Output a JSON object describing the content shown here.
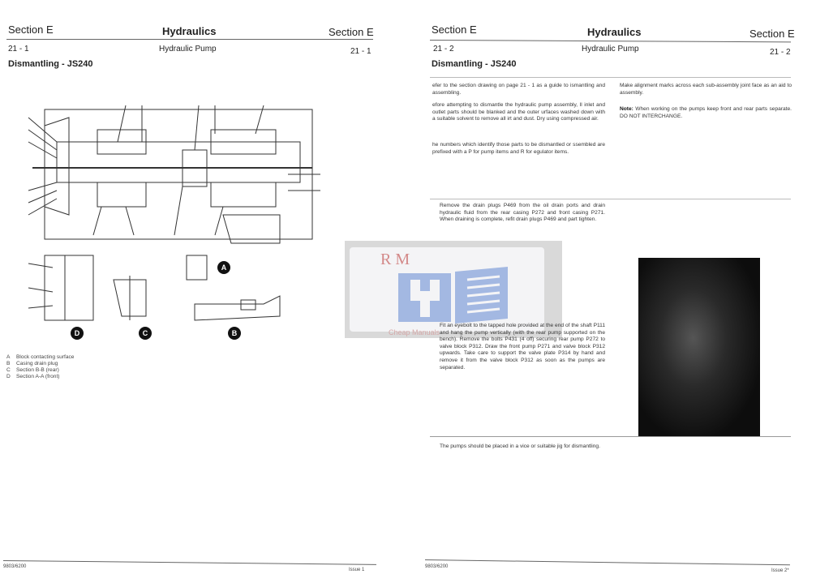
{
  "left_page": {
    "section_left": "Section E",
    "header_title": "Hydraulics",
    "section_right": "Section E",
    "page_left": "21 - 1",
    "subtitle": "Hydraulic Pump",
    "page_right": "21 - 1",
    "heading": "Dismantling - JS240",
    "diagram_callouts": [
      "A",
      "B",
      "C",
      "D"
    ],
    "legend": [
      {
        "key": "A",
        "text": "Block contacting surface"
      },
      {
        "key": "B",
        "text": "Casing drain plug"
      },
      {
        "key": "C",
        "text": "Section B-B (rear)"
      },
      {
        "key": "D",
        "text": "Section A-A (front)"
      }
    ],
    "footer_code": "9803/6200",
    "footer_issue": "Issue 1"
  },
  "right_page": {
    "section_left": "Section E",
    "header_title": "Hydraulics",
    "section_right": "Section E",
    "page_left": "21 - 2",
    "subtitle": "Hydraulic Pump",
    "page_right": "21 - 2",
    "heading": "Dismantling - JS240",
    "intro_1": "efer to the section drawing on page 21 - 1 as a guide to ismantling and assembling.",
    "intro_2": "efore attempting to dismantle the hydraulic pump assembly, ll inlet and outlet parts should be blanked and the outer urfaces washed down with a suitable solvent to remove all irt and dust. Dry using compressed air.",
    "intro_3": "he numbers which identify those parts to be dismantled or ssembled are prefixed with a P for pump items and R for egulator items.",
    "right_col_1": "Make alignment marks across each sub-assembly joint face as an aid to assembly.",
    "note_label": "Note:",
    "note_text": "When working on the pumps keep front and rear parts separate. DO NOT INTERCHANGE.",
    "step_drain": "Remove the drain plugs P469 from the oil drain ports and drain hydraulic fluid from the rear casing P272 and front casing P271. When draining is complete, refit drain plugs P469 and part tighten.",
    "step_eyebolt": "Fit an eyebolt to the tapped hole provided at the end of the shaft P111 and hang the pump vertically (with the rear pump supported on the bench). Remove the bolts P431 (4 off) securing rear pump P272 to valve block P312. Draw the front pump P271 and valve block P312 upwards. Take care to support the valve plate P314 by hand and remove it from the valve block P312 as soon as the pumps are separated.",
    "step_vice": "The pumps should be placed in a vice or suitable jig for dismantling.",
    "footer_code": "9803/6200",
    "footer_issue": "Issue 2*"
  },
  "watermark": {
    "text_top": "R M",
    "text_bottom": "Cheap Manuals",
    "accent": "#6f8fd0",
    "red": "#d08080"
  }
}
